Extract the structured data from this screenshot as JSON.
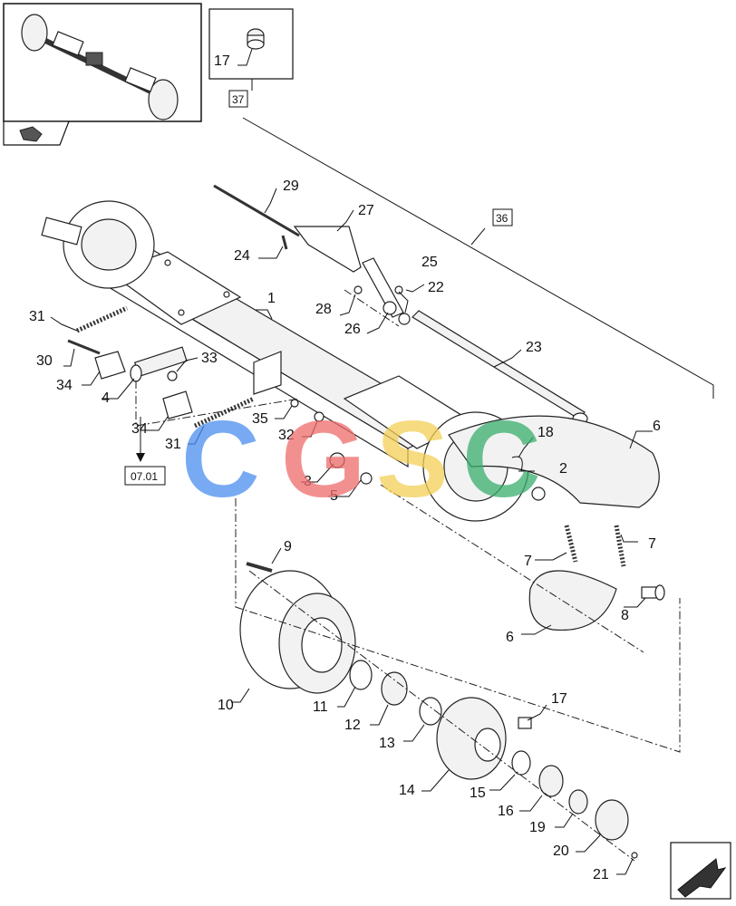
{
  "watermark": [
    {
      "letter": "C",
      "color": "#4a8ef0"
    },
    {
      "letter": "G",
      "color": "#ee6b6b"
    },
    {
      "letter": "S",
      "color": "#f4cf58"
    },
    {
      "letter": "C",
      "color": "#3aae6d"
    }
  ],
  "refs": {
    "ref_37": "37",
    "ref_36": "36",
    "ref_0701": "07.01"
  },
  "labels": {
    "l1": "1",
    "l2": "2",
    "l3": "3",
    "l4": "4",
    "l5": "5",
    "l6a": "6",
    "l6b": "6",
    "l7a": "7",
    "l7b": "7",
    "l8": "8",
    "l9": "9",
    "l10": "10",
    "l11": "11",
    "l12": "12",
    "l13": "13",
    "l14": "14",
    "l15": "15",
    "l16": "16",
    "l17a": "17",
    "l17b": "17",
    "l18": "18",
    "l19": "19",
    "l20": "20",
    "l21": "21",
    "l22": "22",
    "l23": "23",
    "l24": "24",
    "l25": "25",
    "l26": "26",
    "l27": "27",
    "l28": "28",
    "l29": "29",
    "l30": "30",
    "l31a": "31",
    "l31b": "31",
    "l32": "32",
    "l33": "33",
    "l34a": "34",
    "l34b": "34",
    "l35": "35"
  }
}
